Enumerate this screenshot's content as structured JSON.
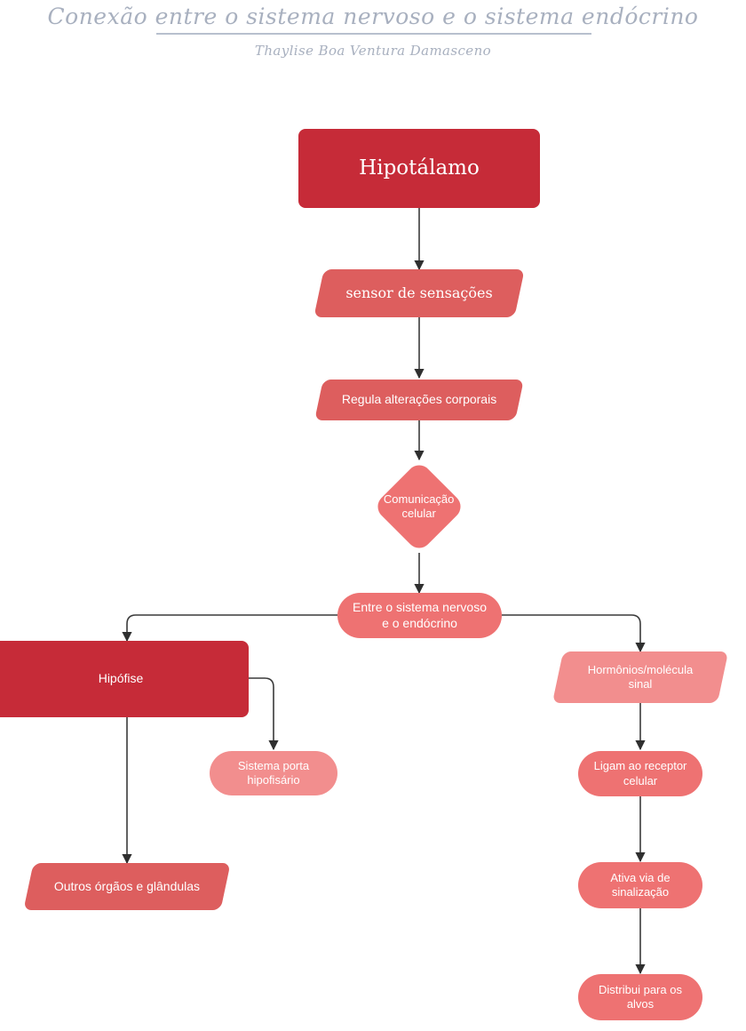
{
  "header": {
    "title": "Conexão entre o sistema nervoso e o sistema endócrino",
    "author": "Thaylise Boa Ventura Damasceno",
    "title_color": "#a8b0bf",
    "rule_color": "#b8c0ce"
  },
  "palette": {
    "dark_red": "#C62B38",
    "mid_red": "#DD5E5E",
    "salmon": "#EE7272",
    "light_pink": "#F28E8E",
    "connector": "#3a3a3a",
    "text_on_shape": "#ffffff",
    "background": "#ffffff"
  },
  "diagram": {
    "type": "flowchart",
    "direction": "top-to-bottom",
    "title": "Conexão entre o sistema nervoso e o sistema endócrino",
    "nodes": [
      {
        "id": "hipotalamo",
        "label": "Hipotálamo",
        "shape": "rounded-rectangle",
        "fill": "#C62B38",
        "font": "serif",
        "font_size": 23
      },
      {
        "id": "sensor",
        "label": "sensor de sensações",
        "shape": "parallelogram",
        "fill": "#DD5E5E",
        "font": "serif",
        "font_size": 16
      },
      {
        "id": "regula",
        "label": "Regula alterações corporais",
        "shape": "parallelogram",
        "fill": "#DD5E5E",
        "font": "sans",
        "font_size": 14
      },
      {
        "id": "comunicacao",
        "label": "Comunicação\ncelular",
        "shape": "diamond",
        "fill": "#EE7272",
        "font": "sans",
        "font_size": 13
      },
      {
        "id": "entre",
        "label": "Entre o sistema nervoso\ne o endócrino",
        "shape": "pill",
        "fill": "#EE7272",
        "font": "sans",
        "font_size": 14
      },
      {
        "id": "hipofise",
        "label": "Hipófise",
        "shape": "rounded-rectangle",
        "fill": "#C62B38",
        "font": "sans",
        "font_size": 14
      },
      {
        "id": "sistema-porta",
        "label": "Sistema porta\nhipofisário",
        "shape": "pill",
        "fill": "#F28E8E",
        "font": "sans",
        "font_size": 13
      },
      {
        "id": "outros-orgaos",
        "label": "Outros órgãos e glândulas",
        "shape": "parallelogram",
        "fill": "#DD5E5E",
        "font": "sans",
        "font_size": 14
      },
      {
        "id": "hormonios",
        "label": "Hormônios/molécula\nsinal",
        "shape": "parallelogram",
        "fill": "#F28E8E",
        "font": "sans",
        "font_size": 13
      },
      {
        "id": "ligam",
        "label": "Ligam ao receptor\ncelular",
        "shape": "pill",
        "fill": "#EE7272",
        "font": "sans",
        "font_size": 13
      },
      {
        "id": "ativa",
        "label": "Ativa via de\nsinalização",
        "shape": "pill",
        "fill": "#EE7272",
        "font": "sans",
        "font_size": 13
      },
      {
        "id": "distribui",
        "label": "Distribui para os\nalvos",
        "shape": "pill",
        "fill": "#EE7272",
        "font": "sans",
        "font_size": 13
      }
    ],
    "edges": [
      {
        "from": "hipotalamo",
        "to": "sensor",
        "style": "straight-down"
      },
      {
        "from": "sensor",
        "to": "regula",
        "style": "straight-down"
      },
      {
        "from": "regula",
        "to": "comunicacao",
        "style": "straight-down"
      },
      {
        "from": "comunicacao",
        "to": "entre",
        "style": "straight-down"
      },
      {
        "from": "entre",
        "to": "hipofise",
        "style": "elbow-left"
      },
      {
        "from": "entre",
        "to": "hormonios",
        "style": "elbow-right"
      },
      {
        "from": "hipofise",
        "to": "sistema-porta",
        "style": "elbow-right"
      },
      {
        "from": "hipofise",
        "to": "outros-orgaos",
        "style": "straight-down"
      },
      {
        "from": "hormonios",
        "to": "ligam",
        "style": "straight-down"
      },
      {
        "from": "ligam",
        "to": "ativa",
        "style": "straight-down"
      },
      {
        "from": "ativa",
        "to": "distribui",
        "style": "straight-down"
      }
    ]
  }
}
